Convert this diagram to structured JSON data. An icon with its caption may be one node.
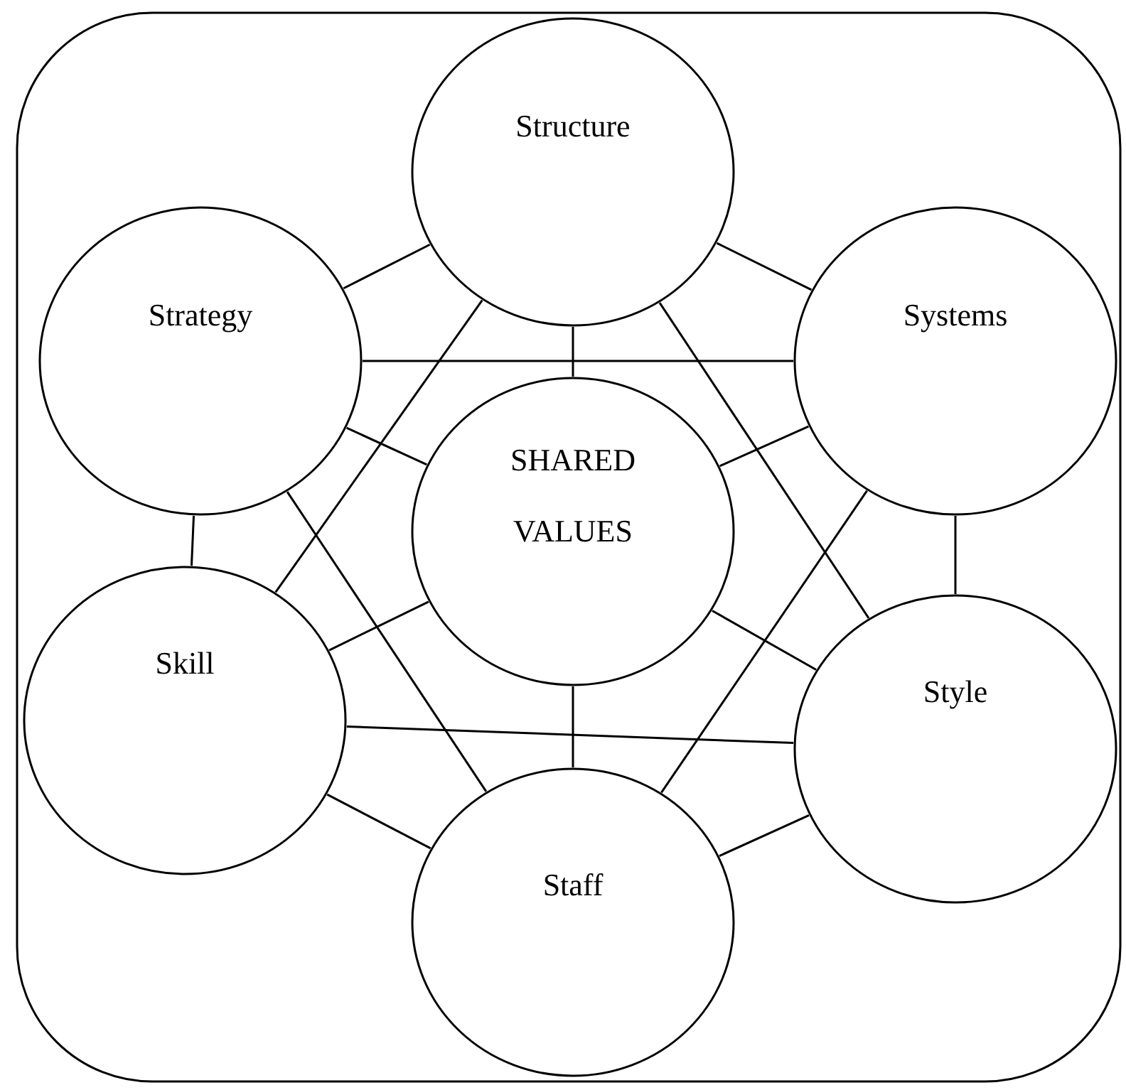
{
  "diagram": {
    "nodes": [
      {
        "text": [
          "Structure"
        ]
      },
      {
        "text": [
          "Strategy"
        ]
      },
      {
        "text": [
          "Systems"
        ]
      },
      {
        "text": [
          "SHARED VALUES"
        ]
      },
      {
        "text": [
          "Skill"
        ]
      },
      {
        "text": [
          "Style"
        ]
      },
      {
        "text": [
          "Staff"
        ]
      }
    ],
    "edges": [
      {
        "from": 0,
        "to": 1,
        "arrow": "none"
      },
      {
        "from": 0,
        "to": 2,
        "arrow": "none"
      },
      {
        "from": 0,
        "to": 3,
        "arrow": "none"
      },
      {
        "from": 0,
        "to": 4,
        "arrow": "none"
      },
      {
        "from": 0,
        "to": 5,
        "arrow": "none"
      },
      {
        "from": 1,
        "to": 2,
        "arrow": "none"
      },
      {
        "from": 1,
        "to": 3,
        "arrow": "none"
      },
      {
        "from": 1,
        "to": 4,
        "arrow": "none"
      },
      {
        "from": 1,
        "to": 6,
        "arrow": "none"
      },
      {
        "from": 2,
        "to": 3,
        "arrow": "none"
      },
      {
        "from": 2,
        "to": 5,
        "arrow": "none"
      },
      {
        "from": 2,
        "to": 6,
        "arrow": "none"
      },
      {
        "from": 3,
        "to": 4,
        "arrow": "none"
      },
      {
        "from": 3,
        "to": 5,
        "arrow": "none"
      },
      {
        "from": 3,
        "to": 6,
        "arrow": "none"
      },
      {
        "from": 4,
        "to": 5,
        "arrow": "none"
      },
      {
        "from": 4,
        "to": 6,
        "arrow": "none"
      },
      {
        "from": 5,
        "to": 6,
        "arrow": "none"
      }
    ]
  }
}
